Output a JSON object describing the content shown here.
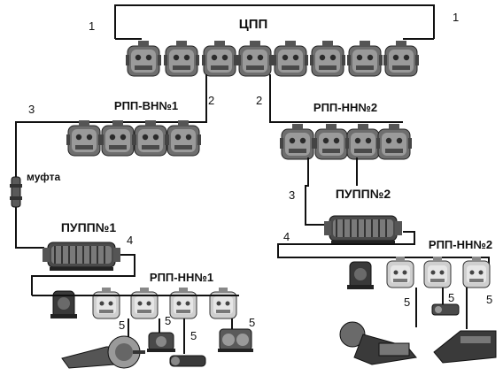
{
  "labels": {
    "cpp": "ЦПП",
    "rpp_vn1": "РПП-ВН№1",
    "rpp_nn2_top": "РПП-НН№2",
    "mufta": "муфта",
    "pupp1": "ПУПП№1",
    "pupp2": "ПУПП№2",
    "rpp_nn1": "РПП-НН№1",
    "rpp_nn2_bottom": "РПП-НН№2"
  },
  "cable_numbers": {
    "n1_left": "1",
    "n1_right": "1",
    "n2_left": "2",
    "n2_right": "2",
    "n3_left": "3",
    "n3_right": "3",
    "n4_left": "4",
    "n4_right": "4",
    "n5_a": "5",
    "n5_b": "5",
    "n5_c": "5",
    "n5_d": "5",
    "n5_e": "5",
    "n5_f": "5",
    "n5_g": "5"
  },
  "colors": {
    "line": "#111111",
    "equipment_dark": "#3a3a3a",
    "equipment_mid": "#8a8a8a",
    "equipment_light": "#d0d0d0"
  }
}
